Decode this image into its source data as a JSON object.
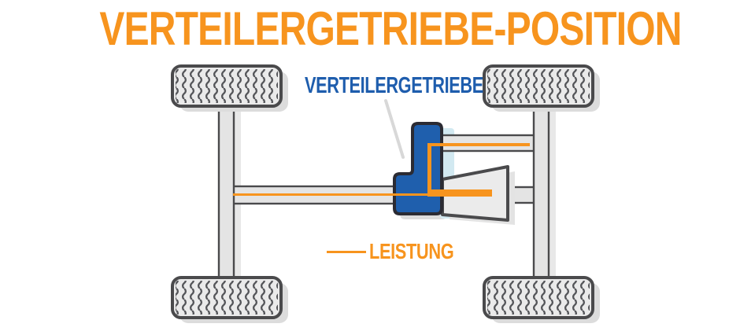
{
  "title": "VERTEILERGETRIEBE-POSITION",
  "diagram": {
    "component_label": "VERTEILERGETRIEBE",
    "legend_label": "LEISTUNG"
  },
  "colors": {
    "accent_orange": "#F7941E",
    "label_blue": "#1E5DAD",
    "transfer_case_blue": "#1F5FAD",
    "transfer_case_outline": "#2B2B33",
    "transfer_case_highlight": "#D2E9F1",
    "chassis_fill": "#E4E4E4",
    "chassis_outline": "#4A4A4C",
    "shadow_gray": "#DCDCDC",
    "pointer_gray": "#D8D8D8"
  }
}
